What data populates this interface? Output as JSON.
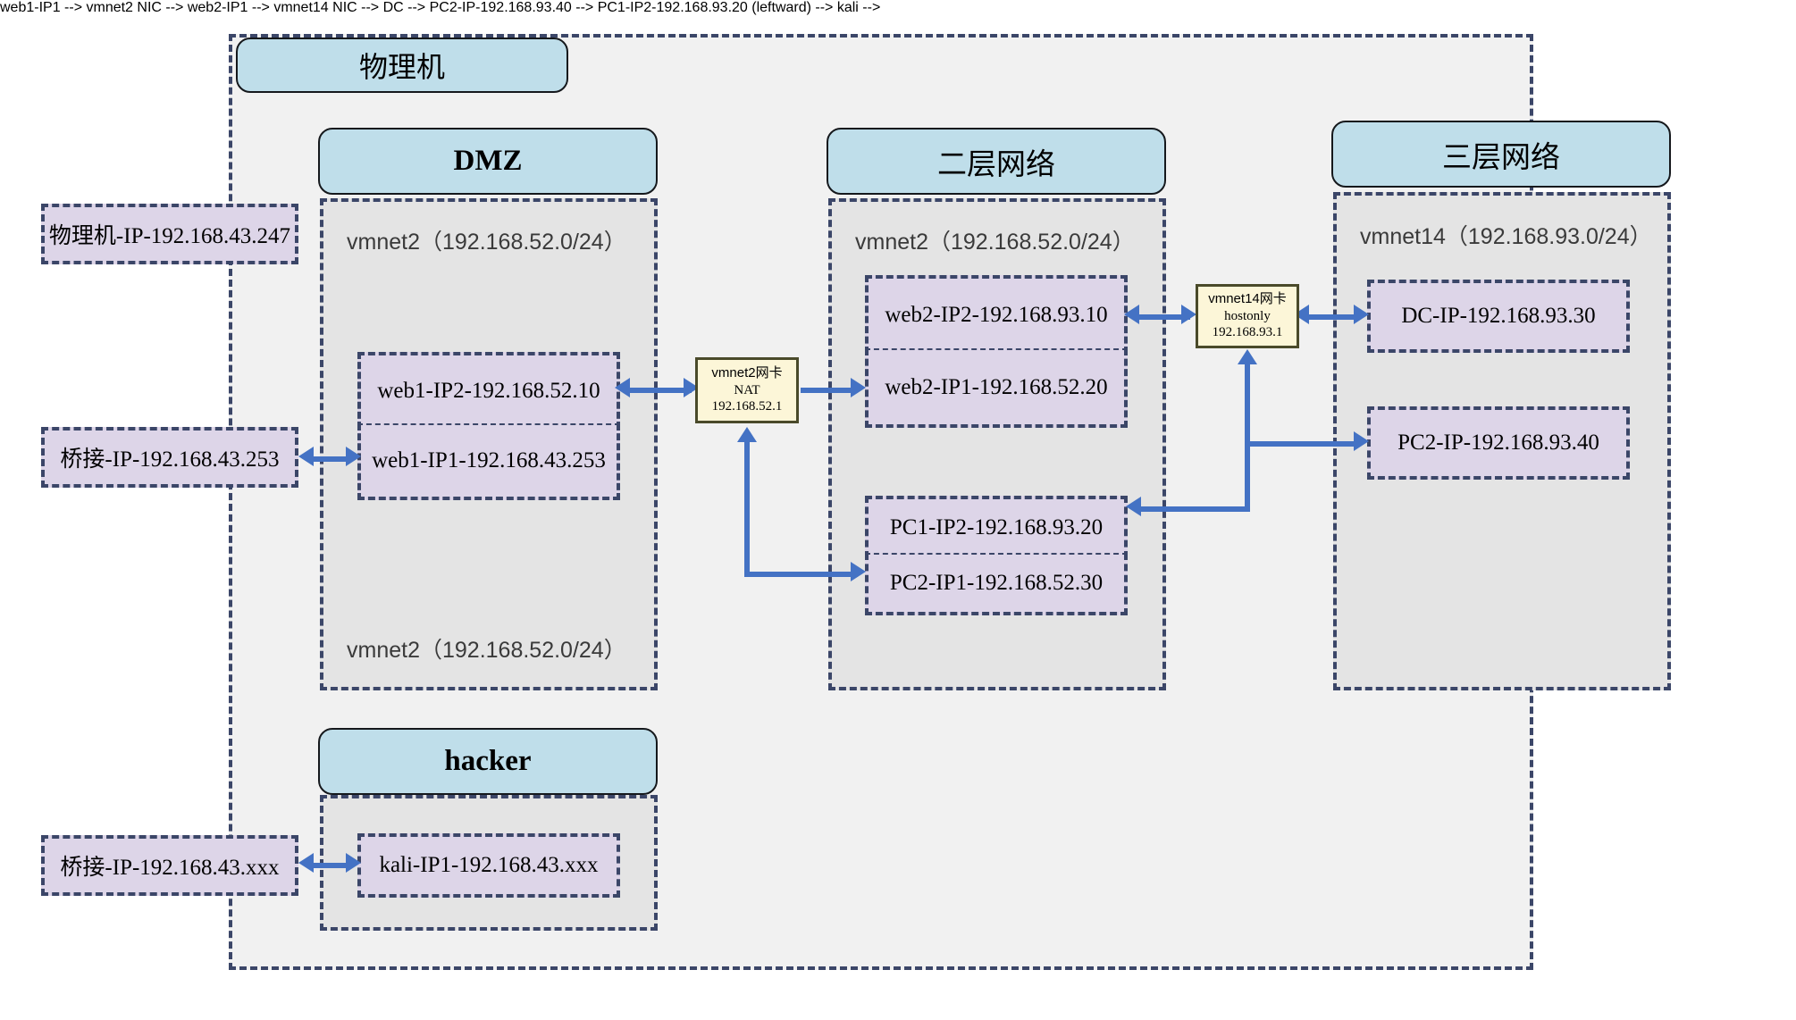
{
  "diagram": {
    "host": {
      "title": "物理机"
    },
    "zones": [
      {
        "id": "dmz",
        "title": "DMZ",
        "note_top": "vmnet2（192.168.52.0/24）",
        "note_bottom": "vmnet2（192.168.52.0/24）",
        "nodes": [
          {
            "label": "web1-IP2-192.168.52.10"
          },
          {
            "label": "web1-IP1-192.168.43.253"
          }
        ]
      },
      {
        "id": "layer2",
        "title": "二层网络",
        "note_top": "vmnet2（192.168.52.0/24）",
        "nodes": [
          {
            "label": "web2-IP2-192.168.93.10"
          },
          {
            "label": "web2-IP1-192.168.52.20"
          },
          {
            "label": "PC1-IP2-192.168.93.20"
          },
          {
            "label": "PC2-IP1-192.168.52.30"
          }
        ]
      },
      {
        "id": "layer3",
        "title": "三层网络",
        "note_top": "vmnet14（192.168.93.0/24）",
        "nodes": [
          {
            "label": "DC-IP-192.168.93.30"
          },
          {
            "label": "PC2-IP-192.168.93.40"
          }
        ]
      },
      {
        "id": "hacker",
        "title": "hacker",
        "nodes": [
          {
            "label": "kali-IP1-192.168.43.xxx"
          }
        ]
      }
    ],
    "nics": [
      {
        "id": "vmnet2-nic",
        "line1": "vmnet2网卡",
        "line2": "NAT",
        "line3": "192.168.52.1"
      },
      {
        "id": "vmnet14-nic",
        "line1": "vmnet14网卡",
        "line2": "hostonly",
        "line3": "192.168.93.1"
      }
    ],
    "external_labels": [
      {
        "id": "physical-ip",
        "label": "物理机-IP-192.168.43.247"
      },
      {
        "id": "bridge-web1",
        "label": "桥接-IP-192.168.43.253"
      },
      {
        "id": "bridge-kali",
        "label": "桥接-IP-192.168.43.xxx"
      }
    ],
    "colors": {
      "zone_header": "#bfdeea",
      "zone_body": "#e4e4e4",
      "host_bg": "#f1f1f1",
      "node_fill": "#ddd5e8",
      "nic_fill": "#fcf6d8",
      "dash_border": "#3b4668",
      "connector": "#4472c4"
    }
  }
}
